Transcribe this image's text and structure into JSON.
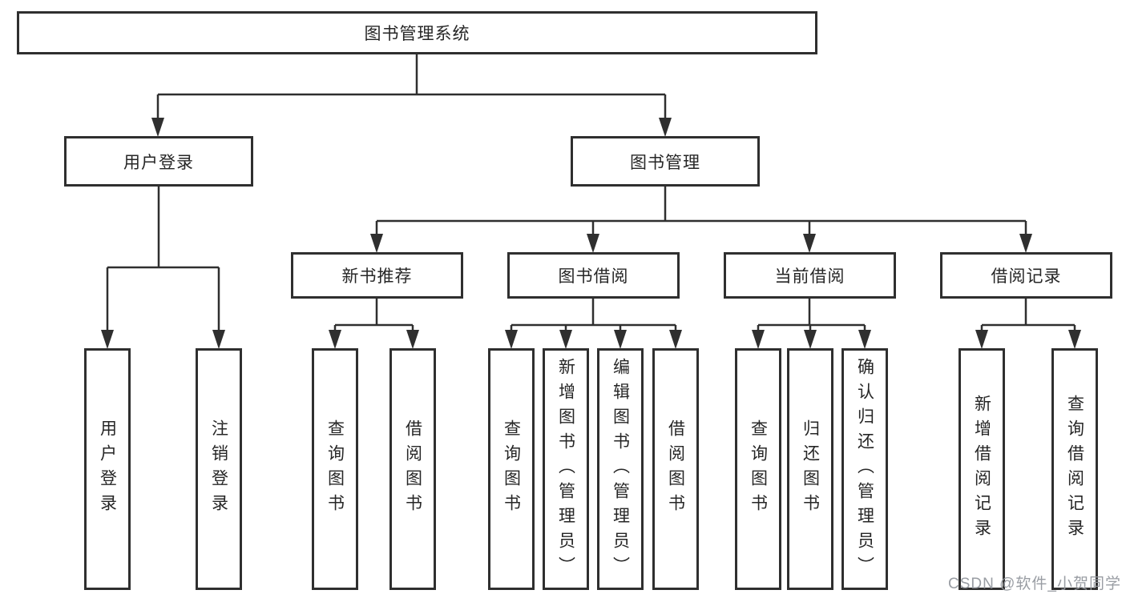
{
  "tree": {
    "label": "图书管理系统",
    "children": [
      {
        "label": "用户登录",
        "children": [
          {
            "label": "用户登录"
          },
          {
            "label": "注销登录"
          }
        ]
      },
      {
        "label": "图书管理",
        "children": [
          {
            "label": "新书推荐",
            "children": [
              {
                "label": "查询图书"
              },
              {
                "label": "借阅图书"
              }
            ]
          },
          {
            "label": "图书借阅",
            "children": [
              {
                "label": "查询图书"
              },
              {
                "label": "新增图书（管理员）"
              },
              {
                "label": "编辑图书（管理员）"
              },
              {
                "label": "借阅图书"
              }
            ]
          },
          {
            "label": "当前借阅",
            "children": [
              {
                "label": "查询图书"
              },
              {
                "label": "归还图书"
              },
              {
                "label": "确认归还（管理员）"
              }
            ]
          },
          {
            "label": "借阅记录",
            "children": [
              {
                "label": "新增借阅记录"
              },
              {
                "label": "查询借阅记录"
              }
            ]
          }
        ]
      }
    ]
  },
  "watermark": {
    "text": "CSDN @软件_小贺同学"
  },
  "colors": {
    "line": "#2f2f2f",
    "border": "#2f2f2f",
    "text": "#262626",
    "background": "#ffffff",
    "watermark": "#94989e"
  }
}
